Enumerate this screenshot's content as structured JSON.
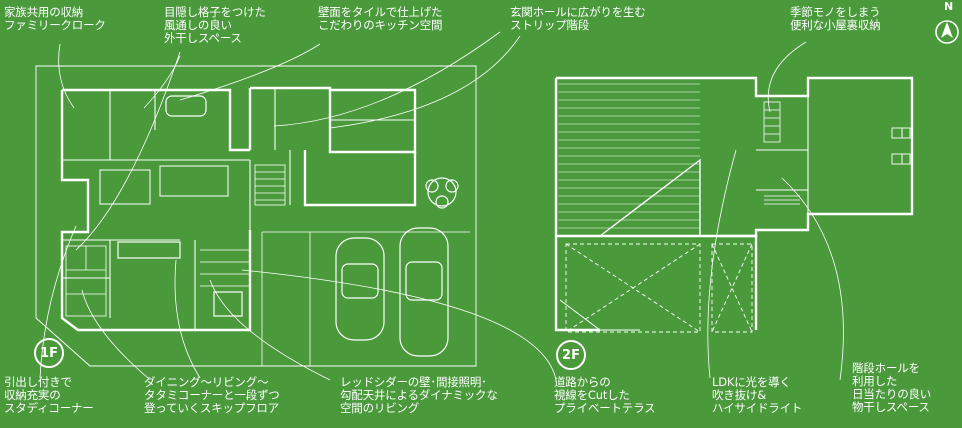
{
  "compass": {
    "north_label": "N"
  },
  "floors": {
    "first": "1F",
    "second": "2F"
  },
  "annotations": {
    "family_closet": "家族共用の収納\nファミリークローク",
    "laundry_space": "目隠し格子をつけた\n風通しの良い\n外干しスペース",
    "tile_kitchen": "壁面をタイルで仕上げた\nこだわりのキッチン空間",
    "strip_stairs": "玄関ホールに広がりを生む\nストリップ階段",
    "attic_storage": "季節モノをしまう\n便利な小屋裏収納",
    "study_corner": "引出し付きで\n収納充実の\nスタディコーナー",
    "skip_floor": "ダイニング～リビング～\nタタミコーナーと一段ずつ\n登っていくスキップフロア",
    "dynamic_living": "レッドシダーの壁･間接照明･\n勾配天井によるダイナミックな\n空間のリビング",
    "private_terrace": "道路からの\n視線をCutした\nプライベートテラス",
    "void_highside": "LDKに光を導く\n吹き抜け&\nハイサイドライト",
    "hall_drying": "階段ホールを\n利用した\n日当たりの良い\n物干しスペース"
  },
  "colors": {
    "background": "#4a9a3c",
    "line": "#ffffff"
  }
}
